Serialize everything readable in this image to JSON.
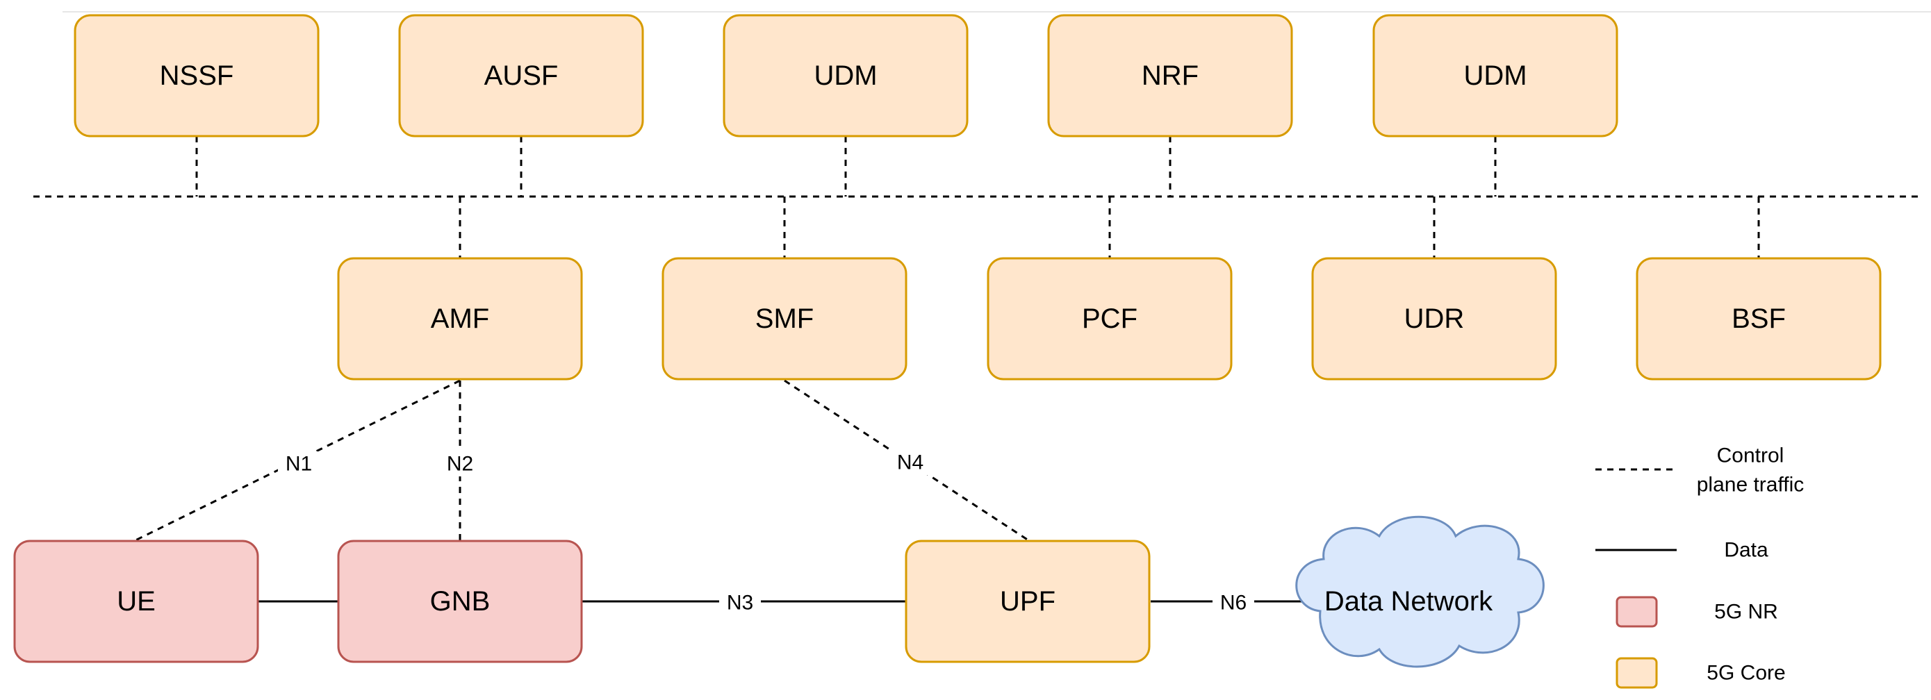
{
  "diagram": {
    "top_nodes": [
      {
        "id": "nssf",
        "label": "NSSF"
      },
      {
        "id": "ausf",
        "label": "AUSF"
      },
      {
        "id": "udm1",
        "label": "UDM"
      },
      {
        "id": "nrf",
        "label": "NRF"
      },
      {
        "id": "udm2",
        "label": "UDM"
      }
    ],
    "mid_nodes": [
      {
        "id": "amf",
        "label": "AMF"
      },
      {
        "id": "smf",
        "label": "SMF"
      },
      {
        "id": "pcf",
        "label": "PCF"
      },
      {
        "id": "udr",
        "label": "UDR"
      },
      {
        "id": "bsf",
        "label": "BSF"
      }
    ],
    "bottom_nodes": [
      {
        "id": "ue",
        "label": "UE",
        "kind": "nr"
      },
      {
        "id": "gnb",
        "label": "GNB",
        "kind": "nr"
      },
      {
        "id": "upf",
        "label": "UPF",
        "kind": "core"
      }
    ],
    "cloud": {
      "label": "Data Network"
    },
    "edges": [
      {
        "id": "n1",
        "label": "N1",
        "from": "amf",
        "to": "ue",
        "style": "dashed"
      },
      {
        "id": "n2",
        "label": "N2",
        "from": "amf",
        "to": "gnb",
        "style": "dashed"
      },
      {
        "id": "n4",
        "label": "N4",
        "from": "smf",
        "to": "upf",
        "style": "dashed"
      },
      {
        "id": "n3",
        "label": "N3",
        "from": "gnb",
        "to": "upf",
        "style": "solid"
      },
      {
        "id": "n6",
        "label": "N6",
        "from": "upf",
        "to": "data-network",
        "style": "solid"
      },
      {
        "id": "ue-gnb",
        "label": "",
        "from": "ue",
        "to": "gnb",
        "style": "solid"
      }
    ]
  },
  "legend": {
    "control_line1": "Control",
    "control_line2": "plane traffic",
    "data": "Data",
    "nr": "5G NR",
    "core": "5G Core"
  },
  "colors": {
    "core_fill": "#FFE6CC",
    "core_stroke": "#D79B00",
    "nr_fill": "#F8CECC",
    "nr_stroke": "#B85450",
    "cloud_fill": "#DAE8FC",
    "cloud_stroke": "#6C8EBF"
  }
}
